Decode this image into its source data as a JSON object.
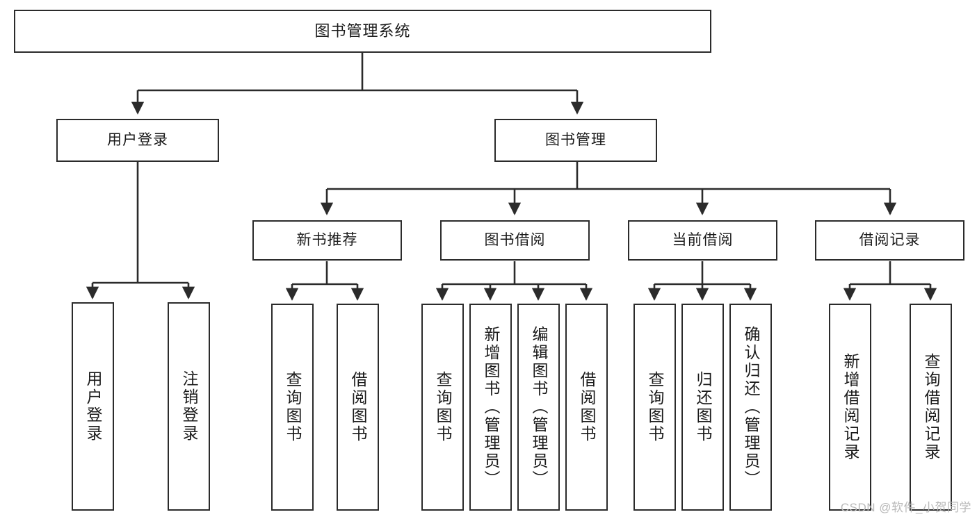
{
  "diagram": {
    "type": "tree-hierarchy",
    "title": "图书管理系统",
    "orientation": "top-down",
    "watermark": "CSDN @软件_小贺同学",
    "colors": {
      "box_border": "#2b2b2b",
      "box_fill": "#ffffff",
      "edge": "#2b2b2b",
      "text": "#1a1a1a",
      "watermark": "#b9b9b9",
      "background": "#ffffff"
    },
    "nodes": {
      "root": {
        "label": "图书管理系统",
        "level": 0
      },
      "level1": [
        {
          "label": "用户登录",
          "level": 1
        },
        {
          "label": "图书管理",
          "level": 1
        }
      ],
      "level2": [
        {
          "label": "新书推荐",
          "level": 2,
          "parent": "图书管理"
        },
        {
          "label": "图书借阅",
          "level": 2,
          "parent": "图书管理"
        },
        {
          "label": "当前借阅",
          "level": 2,
          "parent": "图书管理"
        },
        {
          "label": "借阅记录",
          "level": 2,
          "parent": "图书管理"
        }
      ],
      "leaves": [
        {
          "label": "用户登录",
          "parent": "用户登录",
          "group": "login"
        },
        {
          "label": "注销登录",
          "parent": "用户登录",
          "group": "login"
        },
        {
          "label": "查询图书",
          "parent": "新书推荐",
          "group": "newbook"
        },
        {
          "label": "借阅图书",
          "parent": "新书推荐",
          "group": "newbook"
        },
        {
          "label": "查询图书",
          "parent": "图书借阅",
          "group": "borrow"
        },
        {
          "label": "新增图书（管理员）",
          "parent": "图书借阅",
          "group": "borrow"
        },
        {
          "label": "编辑图书（管理员）",
          "parent": "图书借阅",
          "group": "borrow"
        },
        {
          "label": "借阅图书",
          "parent": "图书借阅",
          "group": "borrow"
        },
        {
          "label": "查询图书",
          "parent": "当前借阅",
          "group": "current"
        },
        {
          "label": "归还图书",
          "parent": "当前借阅",
          "group": "current"
        },
        {
          "label": "确认归还（管理员）",
          "parent": "当前借阅",
          "group": "current"
        },
        {
          "label": "新增借阅记录",
          "parent": "借阅记录",
          "group": "record"
        },
        {
          "label": "查询借阅记录",
          "parent": "借阅记录",
          "group": "record"
        }
      ]
    }
  }
}
